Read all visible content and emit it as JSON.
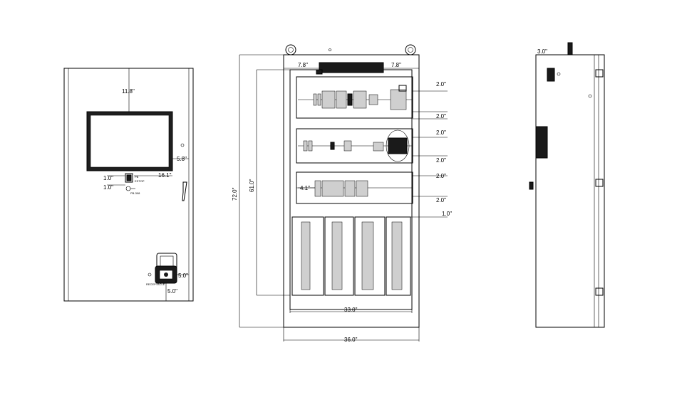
{
  "front_view": {
    "dim_top_to_screen": "11.8\"",
    "dim_screen_right": "5.8\"",
    "dim_button_left_top": "1.0\"",
    "dim_button_left_bottom": "1.0\"",
    "dim_button_right": "16.1\"",
    "pushbutton_label": "PB-308",
    "receptacle_label": "RECEPTACLE",
    "dim_receptacle_right": "5.0\"",
    "dim_receptacle_bottom": "5.0\""
  },
  "backplate_view": {
    "dim_top_left": "7.8\"",
    "dim_top_right": "7.8\"",
    "dim_row_spacings": [
      "2.0\"",
      "2.0\"",
      "2.0\"",
      "2.0\"",
      "2.0\"",
      "2.0\""
    ],
    "dim_row3_left": "4.1\"",
    "dim_row4_right": "1.0\"",
    "dim_total_height": "72.0\"",
    "dim_plate_height": "61.0\"",
    "dim_plate_width": "33.0\"",
    "dim_total_width": "36.0\""
  },
  "side_view": {
    "dim_top": "3.0\""
  }
}
